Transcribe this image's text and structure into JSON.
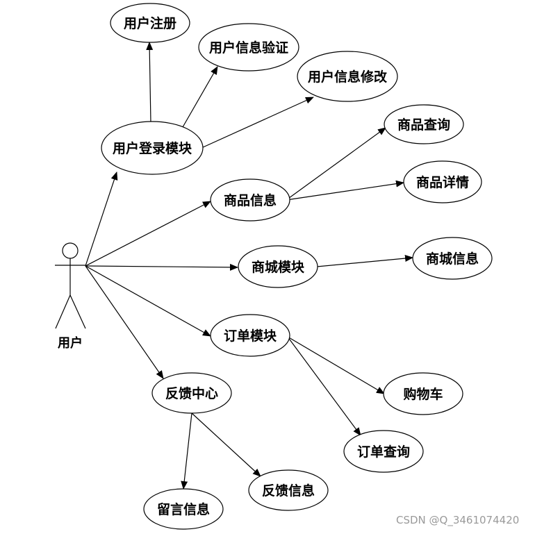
{
  "actor": {
    "label": "用户"
  },
  "nodes": {
    "register": "用户注册",
    "verify": "用户信息验证",
    "modify": "用户信息修改",
    "login": "用户登录模块",
    "product_query": "商品查询",
    "product_info": "商品信息",
    "product_detail": "商品详情",
    "mall": "商城模块",
    "mall_info": "商城信息",
    "order": "订单模块",
    "cart": "购物车",
    "order_query": "订单查询",
    "feedback": "反馈中心",
    "message": "留言信息",
    "feedback_info": "反馈信息"
  },
  "edges": [
    [
      "actor",
      "login"
    ],
    [
      "actor",
      "product_info"
    ],
    [
      "actor",
      "mall"
    ],
    [
      "actor",
      "order"
    ],
    [
      "actor",
      "feedback"
    ],
    [
      "login",
      "register"
    ],
    [
      "login",
      "verify"
    ],
    [
      "login",
      "modify"
    ],
    [
      "product_info",
      "product_query"
    ],
    [
      "product_info",
      "product_detail"
    ],
    [
      "mall",
      "mall_info"
    ],
    [
      "order",
      "cart"
    ],
    [
      "order",
      "order_query"
    ],
    [
      "feedback",
      "message"
    ],
    [
      "feedback",
      "feedback_info"
    ]
  ],
  "watermark": "CSDN @Q_3461074420"
}
